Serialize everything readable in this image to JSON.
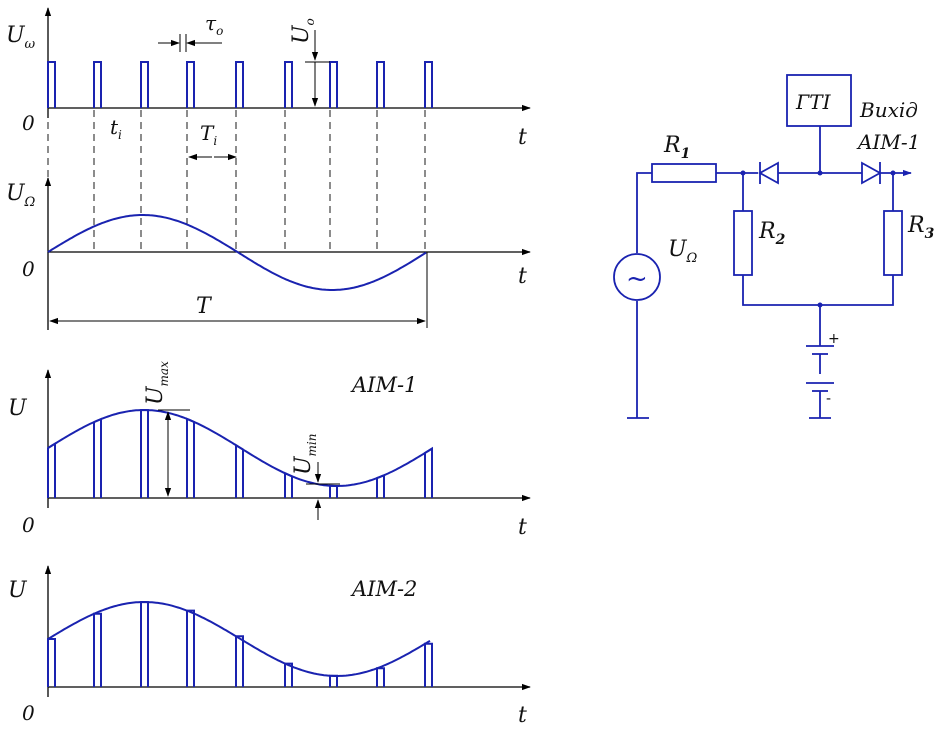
{
  "colors": {
    "trace": "#1a23b0",
    "axes": "#000000",
    "background": "#ffffff"
  },
  "plot1": {
    "y_symbol": "U",
    "y_sub": "ω",
    "origin": "0",
    "x_label": "t",
    "tau_symbol": "τ",
    "tau_sub": "o",
    "U0_symbol": "U",
    "U0_sub": "o",
    "ti_symbol": "t",
    "ti_sub": "i",
    "Ti_symbol": "T",
    "Ti_sub": "i"
  },
  "plot2": {
    "y_symbol": "U",
    "y_sub": "Ω",
    "origin": "0",
    "x_label": "t",
    "period_label": "T"
  },
  "plot3": {
    "y_symbol": "U",
    "origin": "0",
    "x_label": "t",
    "title": "AIM-1",
    "umax_symbol": "U",
    "umax_sub": "max",
    "umin_symbol": "U",
    "umin_sub": "min"
  },
  "plot4": {
    "y_symbol": "U",
    "origin": "0",
    "x_label": "t",
    "title": "AIM-2"
  },
  "circuit": {
    "generator_label": "ГТІ",
    "output_label_line1": "Вихід",
    "output_label_line2": "AIM-1",
    "source_symbol": "U",
    "source_sub": "Ω",
    "r1_symbol": "R",
    "r1_sub": "1",
    "r2_symbol": "R",
    "r2_sub": "2",
    "r3_symbol": "R",
    "r3_sub": "3",
    "battery_plus": "+",
    "battery_minus": "-",
    "source_glyph": "~"
  }
}
